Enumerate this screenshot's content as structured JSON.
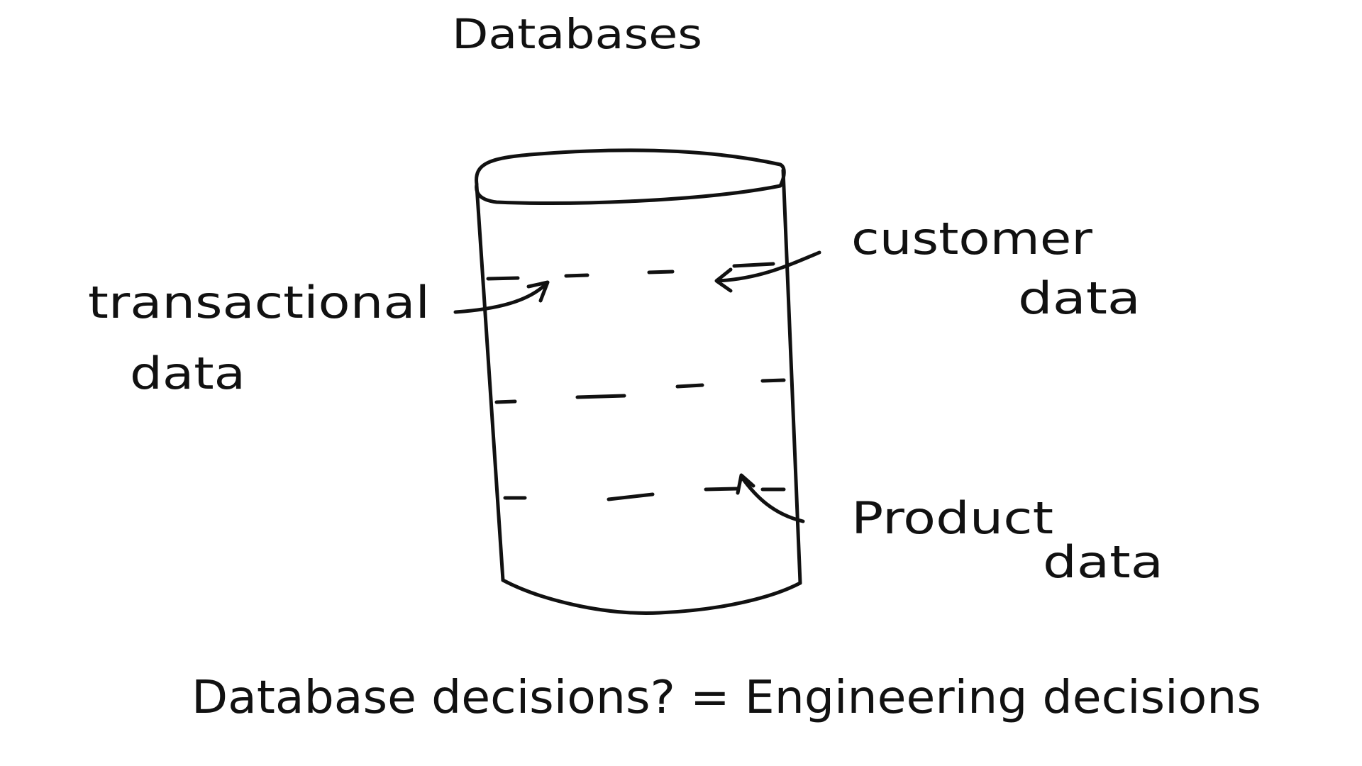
{
  "title": "Databases",
  "labels": {
    "transactional": "transactional",
    "transactional_data": "data",
    "customer": "customer",
    "customer_data": "data",
    "product": "Product",
    "product_data": "data"
  },
  "caption": "Database decisions? = Engineering decisions"
}
